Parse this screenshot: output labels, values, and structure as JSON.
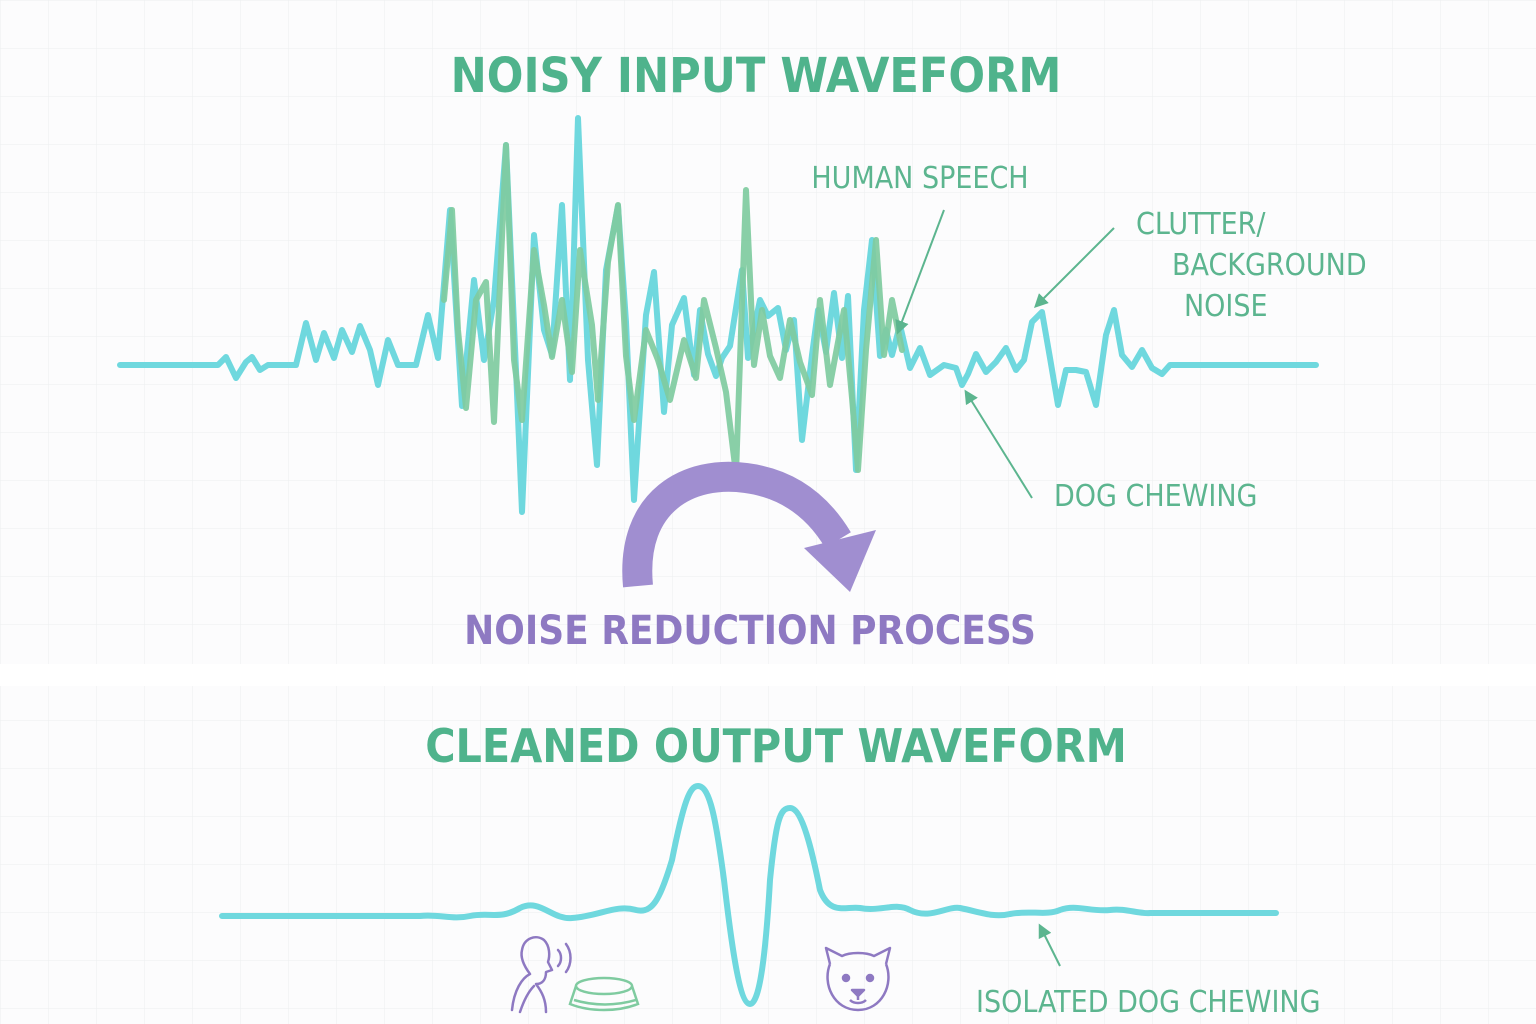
{
  "colors": {
    "background": "#fcfcfd",
    "grid": "#eceef0",
    "panel_gap": "#ffffff",
    "title_green": "#4fb38c",
    "wave_cyan": "#6fd8de",
    "wave_green": "#7fcba0",
    "label_green": "#5cb58f",
    "process_purple": "#8e79c2"
  },
  "noisy_panel": {
    "title": "NOISY INPUT WAVEFORM",
    "labels": {
      "human_speech": "HUMAN SPEECH",
      "clutter_line1": "CLUTTER/",
      "clutter_line2": "BACKGROUND",
      "clutter_line3": "NOISE",
      "dog_chewing": "DOG CHEWING"
    }
  },
  "process": {
    "label": "NOISE REDUCTION PROCESS",
    "arrow_icon": "curved-arrow-icon"
  },
  "clean_panel": {
    "title": "CLEANED OUTPUT WAVEFORM",
    "label": "ISOLATED DOG CHEWING",
    "icons": [
      "person-speaking-icon",
      "dog-bowl-icon",
      "dog-face-icon"
    ]
  }
}
